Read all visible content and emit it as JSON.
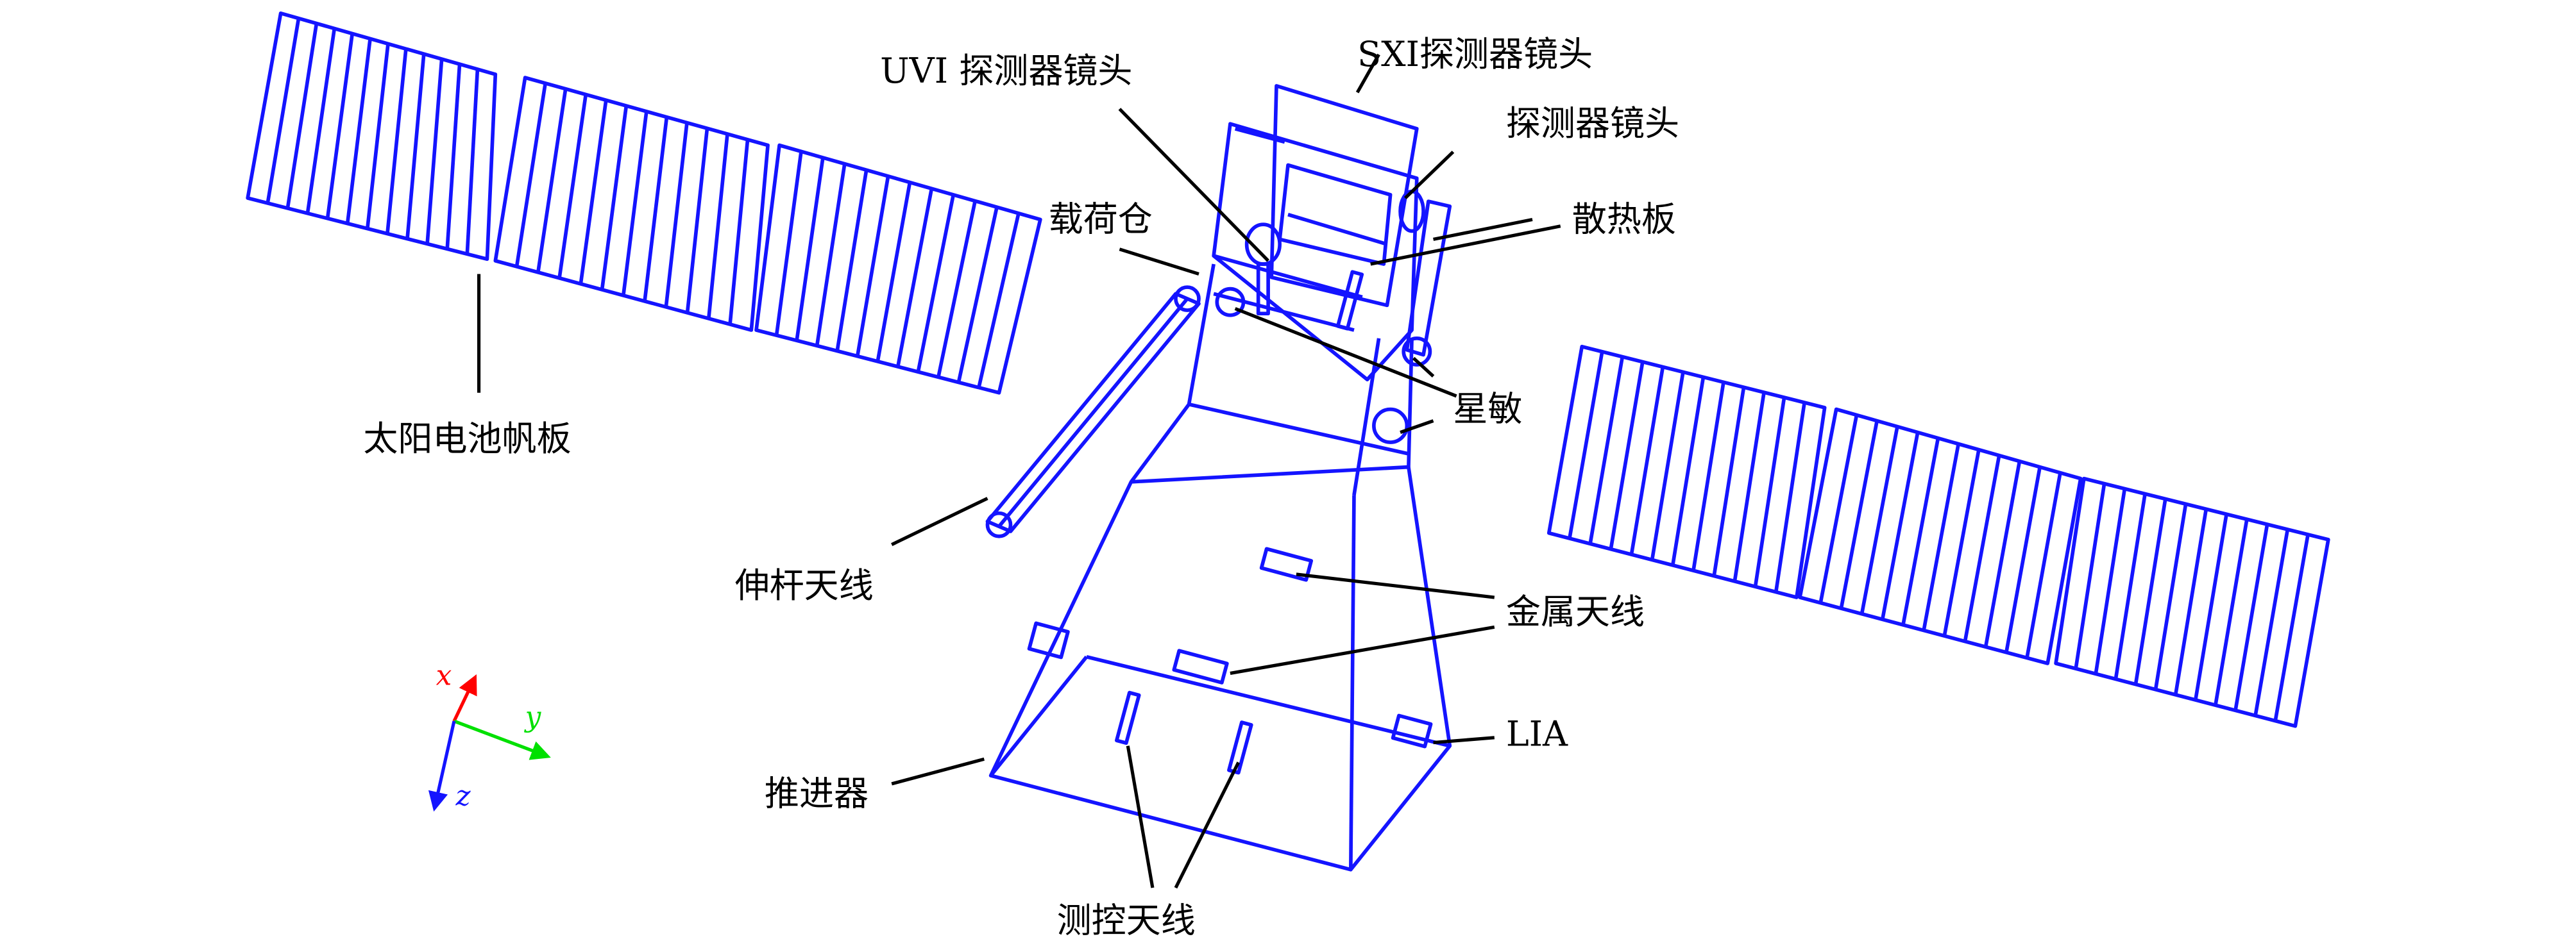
{
  "title": "Satellite structure diagram",
  "labels": {
    "uvi_lens": "UVI 探测器镜头",
    "sxi_lens": "SXI探测器镜头",
    "detector_lens": "探测器镜头",
    "payload_cabin": "载荷仓",
    "radiator": "散热板",
    "solar_panel": "太阳电池帆板",
    "star_sensor": "星敏",
    "boom_antenna": "伸杆天线",
    "metal_antenna": "金属天线",
    "lia": "LIA",
    "thruster": "推进器",
    "ttc_antenna": "测控天线"
  },
  "axes": {
    "x": "x",
    "y": "y",
    "z": "z"
  },
  "colors": {
    "structure": "#1414ff",
    "x_axis": "#ff0000",
    "y_axis": "#00e000",
    "z_axis": "#1414ff",
    "leader": "#000000"
  }
}
